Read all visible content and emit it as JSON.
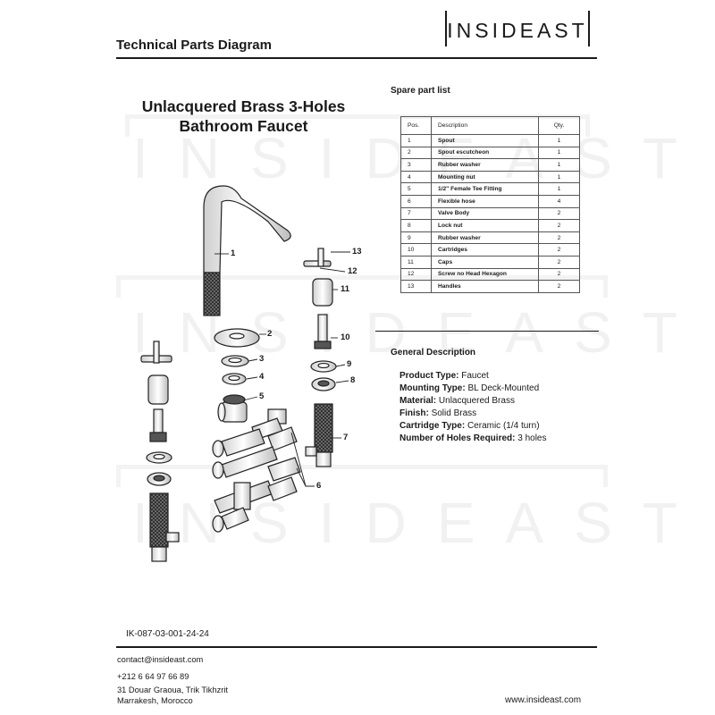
{
  "brand": "INSIDEAST",
  "header": {
    "title": "Technical Parts Diagram"
  },
  "product": {
    "title_line1": "Unlacquered Brass 3-Holes",
    "title_line2": "Bathroom Faucet"
  },
  "spare_parts": {
    "title": "Spare part list",
    "columns": [
      "Pos.",
      "Description",
      "Qty."
    ],
    "rows": [
      [
        "1",
        "Spout",
        "1"
      ],
      [
        "2",
        "Spout escutcheon",
        "1"
      ],
      [
        "3",
        "Rubber washer",
        "1"
      ],
      [
        "4",
        "Mounting nut",
        "1"
      ],
      [
        "5",
        "1/2\" Female Tee Fitting",
        "1"
      ],
      [
        "6",
        "Flexible hose",
        "4"
      ],
      [
        "7",
        "Valve Body",
        "2"
      ],
      [
        "8",
        "Lock nut",
        "2"
      ],
      [
        "9",
        "Rubber washer",
        "2"
      ],
      [
        "10",
        "Cartridges",
        "2"
      ],
      [
        "11",
        "Caps",
        "2"
      ],
      [
        "12",
        "Screw no Head Hexagon",
        "2"
      ],
      [
        "13",
        "Handles",
        "2"
      ]
    ]
  },
  "general": {
    "title": "General Description",
    "specs": [
      {
        "label": "Product Type:",
        "value": "Faucet"
      },
      {
        "label": "Mounting Type:",
        "value": "BL Deck-Mounted"
      },
      {
        "label": "Material:",
        "value": "Unlacquered Brass"
      },
      {
        "label": "Finish:",
        "value": "Solid Brass"
      },
      {
        "label": "Cartridge Type:",
        "value": "Ceramic (1/4 turn)"
      },
      {
        "label": "Number of Holes Required:",
        "value": "3 holes"
      }
    ]
  },
  "callouts": [
    "1",
    "2",
    "3",
    "4",
    "5",
    "6",
    "7",
    "8",
    "9",
    "10",
    "11",
    "12",
    "13"
  ],
  "doc_code": "IK-087-03-001-24-24",
  "footer": {
    "email": "contact@insideast.com",
    "phone": "+212 6 64 97 66 89",
    "address_line1": "31 Douar Graoua, Trik Tikhzrit",
    "address_line2": "Marrakesh, Morocco",
    "website": "www.insideast.com"
  }
}
